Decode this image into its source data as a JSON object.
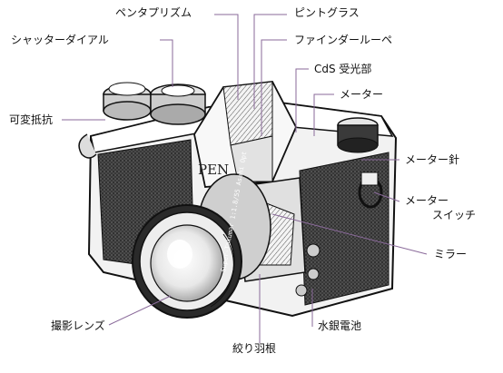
{
  "labels": {
    "pentaprism": "ペンタプリズム",
    "focusing_screen": "ピントグラス",
    "shutter_dial": "シャッターダイアル",
    "finder_loupe": "ファインダールーペ",
    "cds_cell": "CdS 受光部",
    "meter": "メーター",
    "variable_resistor": "可変抵抗",
    "meter_needle": "メーター針",
    "meter_switch_line1": "メーター",
    "meter_switch_line2": "スイッチ",
    "mirror": "ミラー",
    "taking_lens": "撮影レンズ",
    "mercury_battery": "水銀電池",
    "aperture_blades": "絞り羽根"
  },
  "body_marking": "PEN",
  "lens_text": "Super-Takumar 1:1.8/55 Asahi Opt",
  "colors": {
    "leader": "#8a6a9a",
    "ink": "#111111",
    "leather": "#3a3a3a"
  }
}
